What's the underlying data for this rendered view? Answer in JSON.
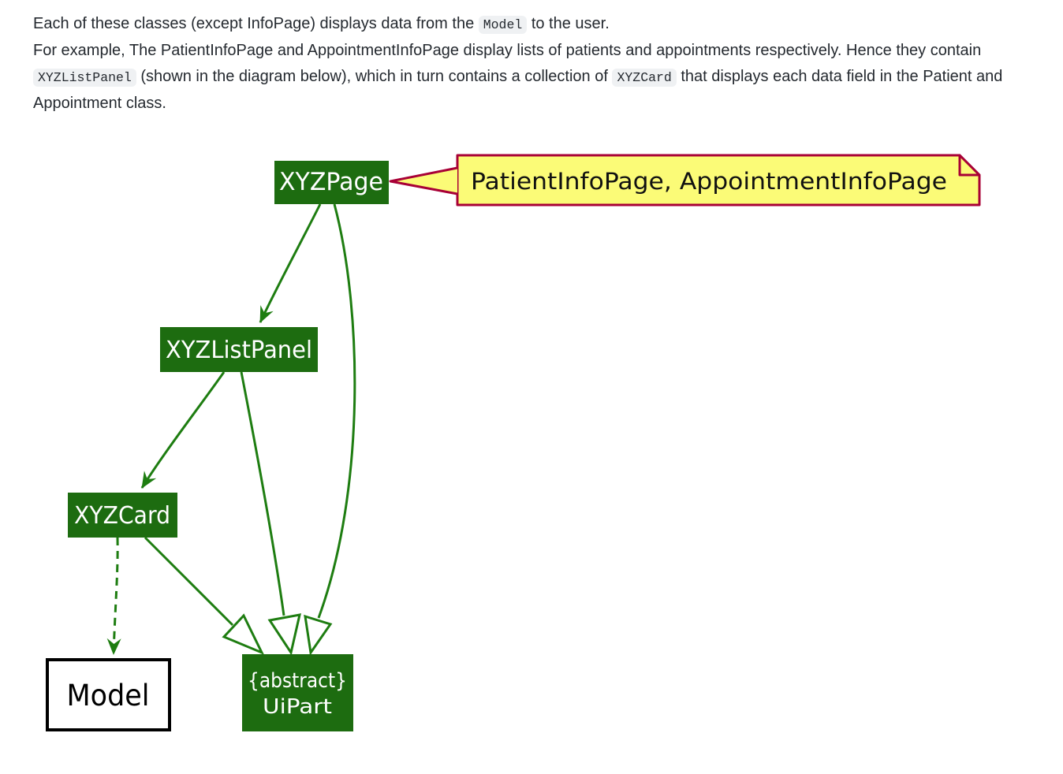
{
  "intro": {
    "p1_a": "Each of these classes (except InfoPage) displays data from the ",
    "p1_code": "Model",
    "p1_b": " to the user.",
    "p2_a": "For example, The PatientInfoPage and AppointmentInfoPage display lists of patients and appointments respectively. Hence they contain ",
    "p2_code1": "XYZListPanel",
    "p2_b": " (shown in the diagram below), which in turn contains a collection of ",
    "p2_code2": "XYZCard",
    "p2_c": " that displays each data field in the Patient and Appointment class."
  },
  "diagram": {
    "nodes": {
      "xyzpage": "XYZPage",
      "xyzlistpanel": "XYZListPanel",
      "xyzcard": "XYZCard",
      "model": "Model",
      "uipart_line1": "{abstract}",
      "uipart_line2": "UiPart"
    },
    "note": "PatientInfoPage, AppointmentInfoPage",
    "relationships": [
      {
        "from": "XYZPage",
        "to": "XYZListPanel",
        "type": "association-solid-arrow"
      },
      {
        "from": "XYZPage",
        "to": "UiPart",
        "type": "inheritance"
      },
      {
        "from": "XYZListPanel",
        "to": "XYZCard",
        "type": "association-solid-arrow"
      },
      {
        "from": "XYZListPanel",
        "to": "UiPart",
        "type": "inheritance"
      },
      {
        "from": "XYZCard",
        "to": "UiPart",
        "type": "inheritance"
      },
      {
        "from": "XYZCard",
        "to": "Model",
        "type": "dependency-dashed-arrow"
      },
      {
        "from": "note",
        "to": "XYZPage",
        "type": "note-anchor"
      }
    ],
    "colors": {
      "node_fill": "#1D6C10",
      "node_text": "#FFFFFF",
      "edge": "#1E7D11",
      "note_fill": "#FBFB77",
      "note_border": "#A80036",
      "note_text": "#111111",
      "model_border": "#000000",
      "model_fill": "#FFFFFF",
      "model_text": "#000000",
      "body_text": "#24292f",
      "code_bg": "#eff1f3"
    }
  }
}
